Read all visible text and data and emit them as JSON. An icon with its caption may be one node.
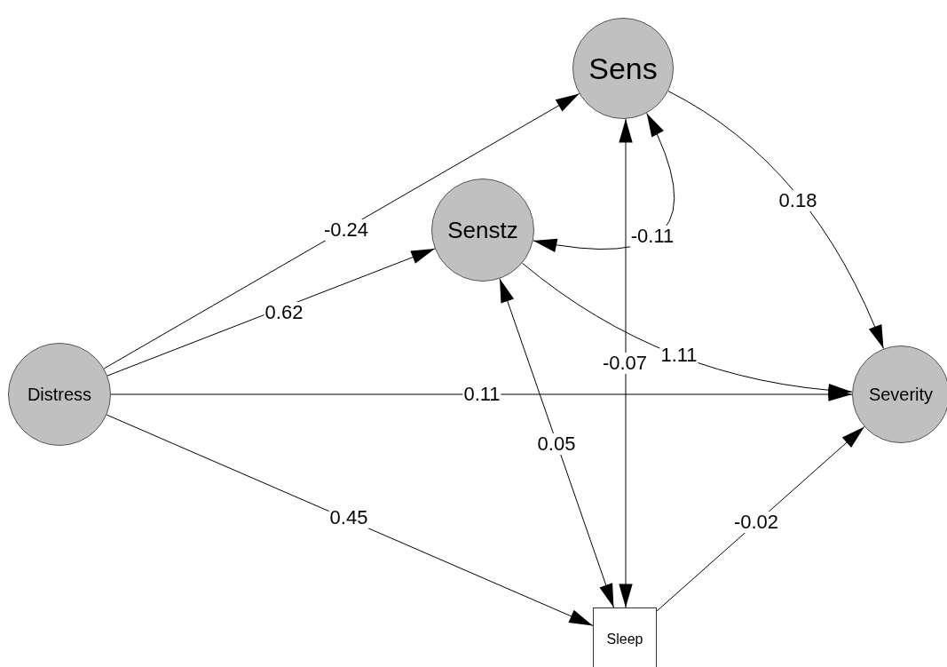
{
  "diagram": {
    "nodes": [
      {
        "text": [
          "Sens"
        ]
      },
      {
        "text": [
          "Senstz"
        ]
      },
      {
        "text": [
          "Distress"
        ]
      },
      {
        "text": [
          "Severity"
        ]
      },
      {
        "text": [
          "Sleep"
        ]
      }
    ],
    "edges": [
      {
        "from": 2,
        "to": 0,
        "arrow": "to",
        "label": "-0.24"
      },
      {
        "from": 2,
        "to": 1,
        "arrow": "to",
        "label": "0.62"
      },
      {
        "from": 2,
        "to": 3,
        "arrow": "to",
        "label": "0.11"
      },
      {
        "from": 2,
        "to": 4,
        "arrow": "to",
        "label": "0.45"
      },
      {
        "from": 0,
        "to": 3,
        "arrow": "to",
        "label": "0.18"
      },
      {
        "from": 1,
        "to": 3,
        "arrow": "to",
        "label": "1.11"
      },
      {
        "from": 4,
        "to": 3,
        "arrow": "to",
        "label": "-0.02"
      },
      {
        "from": 0,
        "to": 4,
        "arrow": "both",
        "label": "-0.07"
      },
      {
        "from": 1,
        "to": 4,
        "arrow": "both",
        "label": "0.05"
      },
      {
        "from": 0,
        "to": 1,
        "arrow": "both",
        "label": "-0.11"
      }
    ]
  }
}
